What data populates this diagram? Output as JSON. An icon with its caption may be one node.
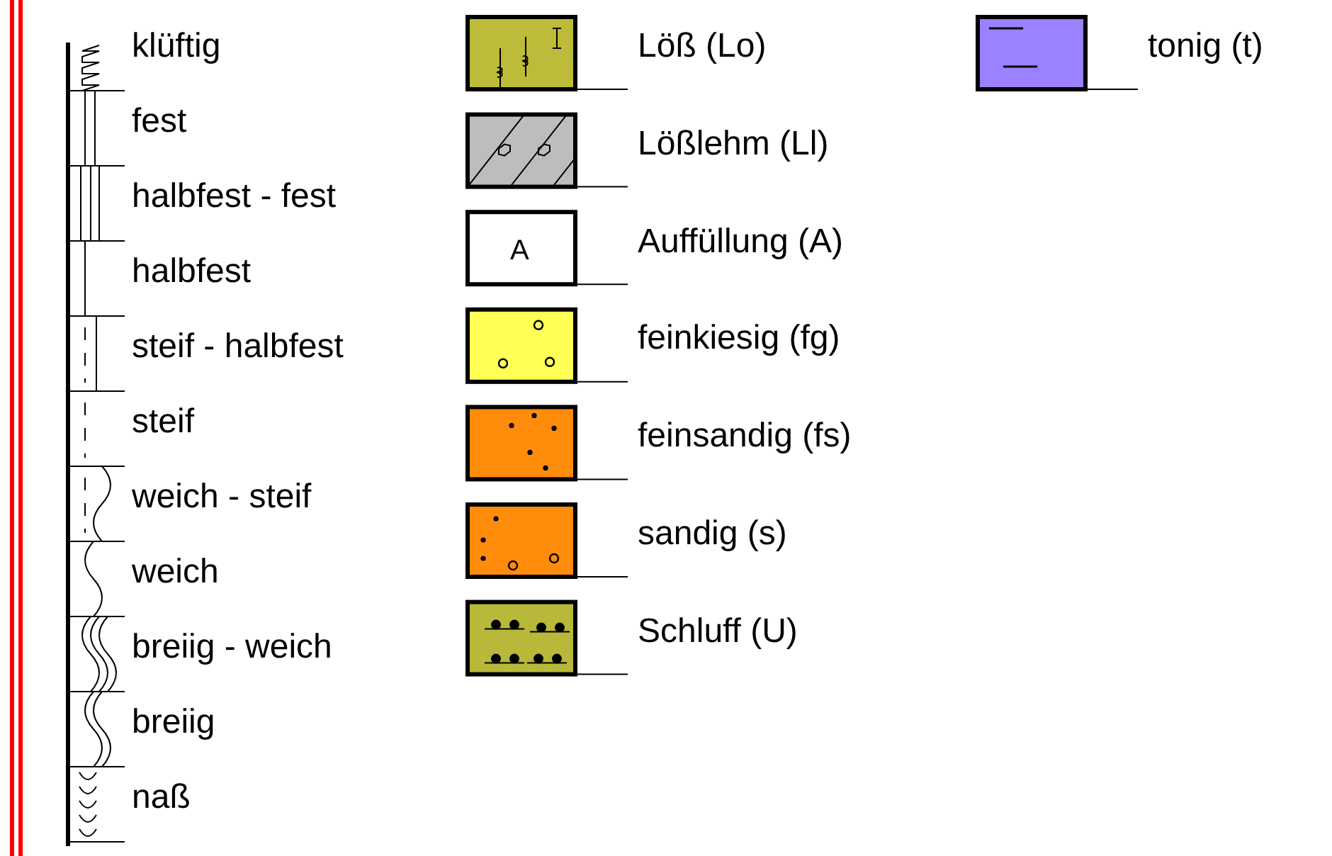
{
  "diagram": {
    "labels": [
      "A"
    ],
    "legend": [
      {
        "text": "klüftig"
      },
      {
        "text": "fest"
      },
      {
        "text": "halbfest - fest"
      },
      {
        "text": "halbfest"
      },
      {
        "text": "steif - halbfest"
      },
      {
        "text": "steif"
      },
      {
        "text": "weich - steif"
      },
      {
        "text": "weich"
      },
      {
        "text": "breiig - weich"
      },
      {
        "text": "breiig"
      },
      {
        "text": "naß"
      },
      {
        "text": "Löß (Lo)"
      },
      {
        "text": "Lößlehm (Ll)"
      },
      {
        "text": "Auffüllung (A)"
      },
      {
        "text": "feinkiesig (fg)"
      },
      {
        "text": "feinsandig (fs)"
      },
      {
        "text": "sandig (s)"
      },
      {
        "text": "Schluff (U)"
      },
      {
        "text": "tonig (t)"
      }
    ]
  }
}
